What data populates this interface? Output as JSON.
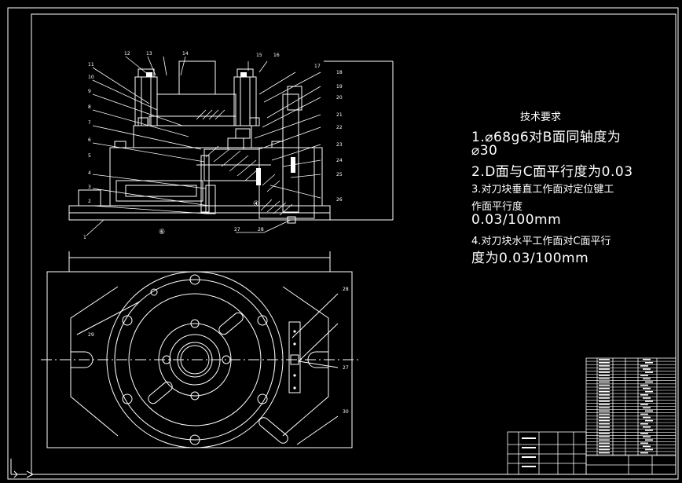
{
  "technical_requirements": {
    "title": "技术要求",
    "lines": [
      "1.⌀68g6对B面同轴度为",
      "⌀30",
      "2.D面与C面平行度为0.03",
      "3.对刀块垂直工作面对定位键工",
      "作面平行度",
      "0.03/100mm",
      "4.对刀块水平工作面对C面平行",
      "度为0.03/100mm"
    ]
  },
  "balloons_left": [
    "11",
    "12",
    "13",
    "14",
    "10",
    "9",
    "8",
    "7",
    "6",
    "5",
    "4",
    "3",
    "2",
    "1"
  ],
  "balloons_top_right": [
    "15",
    "16",
    "17"
  ],
  "balloons_right": [
    "18",
    "19",
    "20",
    "21",
    "22",
    "23",
    "24",
    "25",
    "26"
  ],
  "balloons_bottom": [
    "27",
    "28"
  ],
  "balloons_plan": [
    "28",
    "29",
    "27",
    "30"
  ],
  "marks": {
    "section_mark": "⑥",
    "side_mark": "④"
  },
  "colors": {
    "background": "#000000",
    "lines": "#ffffff"
  }
}
